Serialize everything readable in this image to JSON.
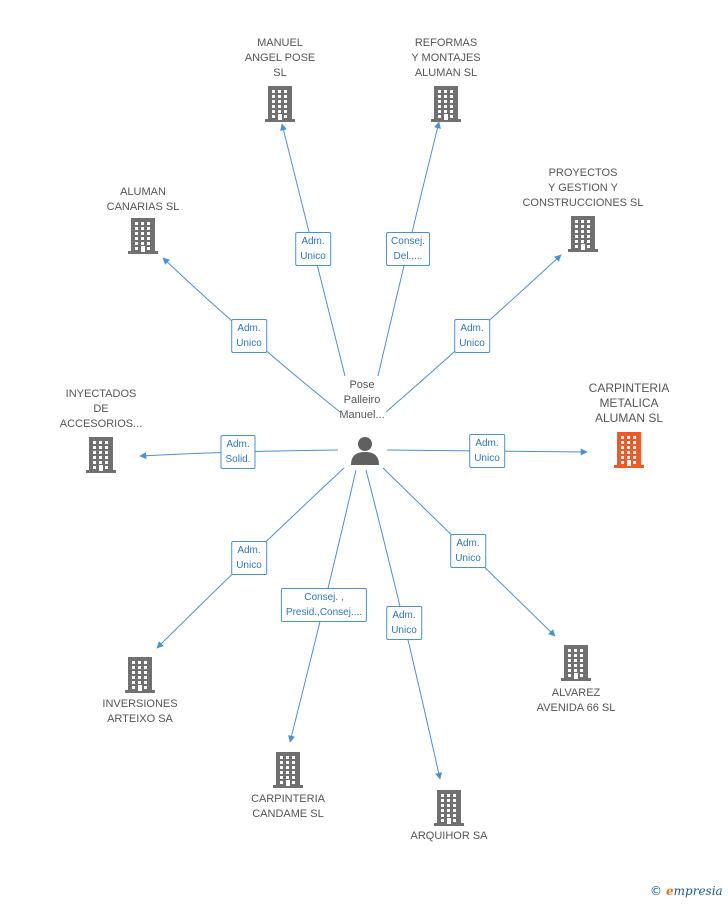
{
  "center": {
    "label": "Pose\nPalleiro\nManuel..."
  },
  "companies": [
    {
      "id": "manuel-angel-pose",
      "label": "MANUEL\nANGEL POSE\nSL",
      "highlight": false
    },
    {
      "id": "reformas-montajes",
      "label": "REFORMAS\nY MONTAJES\nALUMAN SL",
      "highlight": false
    },
    {
      "id": "aluman-canarias",
      "label": "ALUMAN\nCANARIAS SL",
      "highlight": false
    },
    {
      "id": "proyectos-gestion",
      "label": "PROYECTOS\nY GESTION Y\nCONSTRUCCIONES SL",
      "highlight": false
    },
    {
      "id": "inyectados",
      "label": "INYECTADOS\nDE\nACCESORIOS...",
      "highlight": false
    },
    {
      "id": "carpinteria-metalica",
      "label": "CARPINTERIA\nMETALICA\nALUMAN SL",
      "highlight": true
    },
    {
      "id": "inversiones-arteixo",
      "label": "INVERSIONES\nARTEIXO SA",
      "highlight": false
    },
    {
      "id": "alvarez-avenida",
      "label": "ALVAREZ\nAVENIDA 66  SL",
      "highlight": false
    },
    {
      "id": "carpinteria-candame",
      "label": "CARPINTERIA\nCANDAME SL",
      "highlight": false
    },
    {
      "id": "arquihor",
      "label": "ARQUIHOR SA",
      "highlight": false
    }
  ],
  "relations": [
    {
      "to": "manuel-angel-pose",
      "label": "Adm.\nUnico"
    },
    {
      "to": "reformas-montajes",
      "label": "Consej.\nDel.,..."
    },
    {
      "to": "aluman-canarias",
      "label": "Adm.\nUnico"
    },
    {
      "to": "proyectos-gestion",
      "label": "Adm.\nUnico"
    },
    {
      "to": "inyectados",
      "label": "Adm.\nSolid."
    },
    {
      "to": "carpinteria-metalica",
      "label": "Adm.\nUnico"
    },
    {
      "to": "inversiones-arteixo",
      "label": "Adm.\nUnico"
    },
    {
      "to": "alvarez-avenida",
      "label": "Adm.\nUnico"
    },
    {
      "to": "carpinteria-candame",
      "label": "Consej. ,\nPresid.,Consej...."
    },
    {
      "to": "arquihor",
      "label": "Adm.\nUnico"
    }
  ],
  "colors": {
    "edge": "#4a90d9",
    "building": "#707070",
    "highlight": "#f05a28",
    "person": "#606060"
  },
  "footer": {
    "copyright": "©",
    "brand_initial": "e",
    "brand_rest": "mpresia"
  }
}
